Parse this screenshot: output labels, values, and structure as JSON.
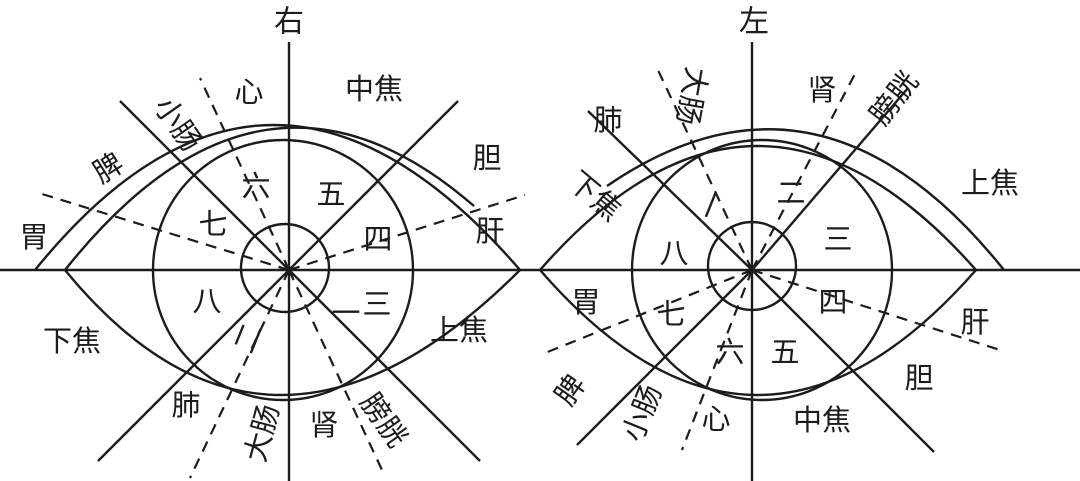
{
  "diagram": {
    "right_eye": {
      "title": "右",
      "numerals": [
        "一",
        "二",
        "三",
        "四",
        "五",
        "六",
        "七",
        "八"
      ],
      "regions": [
        "心",
        "中焦",
        "胆",
        "肝",
        "上焦",
        "膀胱",
        "肾",
        "大肠",
        "肺",
        "下焦",
        "胃",
        "脾",
        "小肠"
      ]
    },
    "left_eye": {
      "title": "左",
      "numerals": [
        "一",
        "二",
        "三",
        "四",
        "五",
        "六",
        "七",
        "八"
      ],
      "regions": [
        "大肠",
        "肾",
        "膀胱",
        "上焦",
        "肝",
        "胆",
        "中焦",
        "心",
        "小肠",
        "脾",
        "胃",
        "下焦",
        "肺"
      ]
    }
  }
}
